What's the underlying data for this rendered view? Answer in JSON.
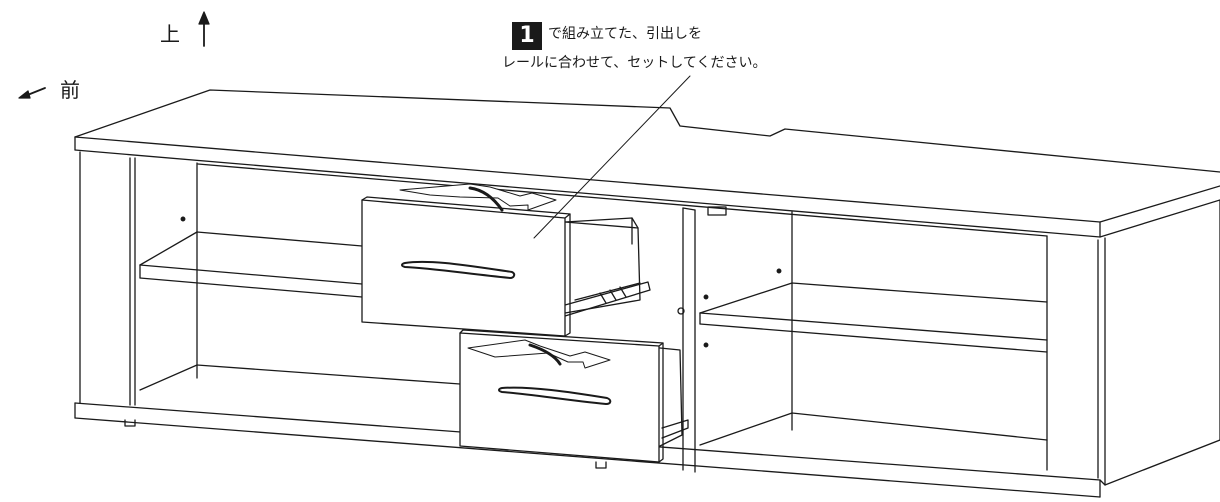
{
  "labels": {
    "up": "上",
    "front": "前"
  },
  "instruction": {
    "step_number": "1",
    "line1": "で組み立てた、引出しを",
    "line2": "レールに合わせて、セットしてください。"
  },
  "colors": {
    "line": "#1a1a1a",
    "arrow_fill": "#ffffff"
  }
}
